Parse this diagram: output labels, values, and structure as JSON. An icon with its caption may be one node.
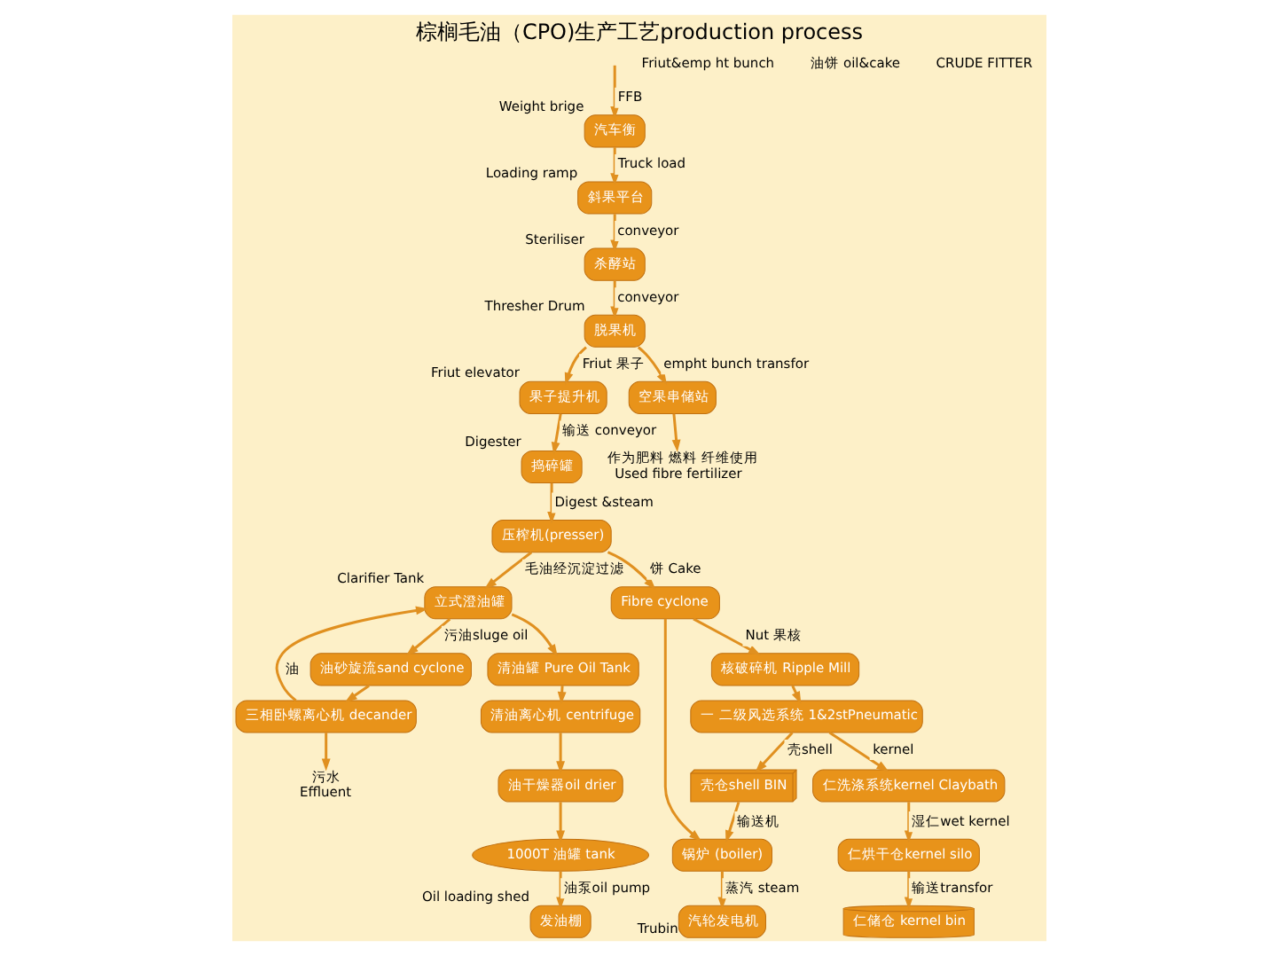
{
  "diagram": {
    "title": "棕榈毛油（CPO)生产工艺production process",
    "nodes": [
      {
        "text": [
          "汽车衡"
        ],
        "beside": [
          "Weight brige"
        ]
      },
      {
        "text": [
          "斜果平台"
        ],
        "beside": [
          "Loading ramp"
        ]
      },
      {
        "text": [
          "杀酵站"
        ],
        "beside": [
          "Steriliser"
        ]
      },
      {
        "text": [
          "脱果机"
        ],
        "beside": [
          "Thresher Drum"
        ]
      },
      {
        "text": [
          "果子提升机"
        ],
        "beside": [
          "Friut elevator"
        ]
      },
      {
        "text": [
          "捣碎罐"
        ],
        "beside": [
          "Digester"
        ]
      },
      {
        "text": [
          "压榨机(presser)"
        ]
      },
      {
        "text": [
          "三相卧螺离心机 decander"
        ]
      },
      {
        "text": [
          "油砂旋流sand cyclone"
        ]
      },
      {
        "text": [
          "立式澄油罐"
        ],
        "beside": [
          "Clarifier Tank"
        ]
      },
      {
        "text": [
          "清油罐 Pure Oil Tank"
        ]
      },
      {
        "text": [
          "清油离心机 centrifuge"
        ]
      },
      {
        "text": [
          "油干燥器oil drier"
        ]
      },
      {
        "text": [
          "1000T 油罐 tank"
        ]
      },
      {
        "text": [
          "发油棚"
        ],
        "beside": [
          "Oil loading shed"
        ]
      },
      {
        "text": [
          "空果串储站"
        ]
      },
      {
        "text": [
          "汽轮发电机"
        ],
        "beside": [
          "Trubin"
        ]
      },
      {
        "text": [
          "Fibre cyclone"
        ]
      },
      {
        "text": [
          "锅炉 (boiler)"
        ]
      },
      {
        "text": [
          "核破碎机 Ripple Mill"
        ]
      },
      {
        "text": [
          "一 二级风选系统 1&2stPneumatic"
        ]
      },
      {
        "text": [
          "壳仓shell BIN"
        ]
      },
      {
        "text": [
          "仁洗涤系统kernel Claybath"
        ]
      },
      {
        "text": [
          "仁烘干仓kernel silo"
        ]
      },
      {
        "text": [
          "仁储仓 kernel bin"
        ]
      },
      {
        "text": [
          "作为肥料 燃料 纤维使用",
          "Used fibre fertilizer"
        ]
      },
      {
        "text": [
          "污水",
          "Effluent"
        ]
      }
    ],
    "edges": [
      {
        "from": null,
        "to": 0,
        "arrow": "to",
        "label": "FFB"
      },
      {
        "from": 0,
        "to": 1,
        "arrow": "to",
        "label": "Truck load"
      },
      {
        "from": 1,
        "to": 2,
        "arrow": "to",
        "label": "conveyor"
      },
      {
        "from": 2,
        "to": 3,
        "arrow": "to",
        "label": "conveyor"
      },
      {
        "from": 3,
        "to": 4,
        "arrow": "to",
        "label": "Friut 果子"
      },
      {
        "from": 3,
        "to": 15,
        "arrow": "to",
        "label": "empht bunch transfor"
      },
      {
        "from": 4,
        "to": 5,
        "arrow": "to",
        "label": "输送 conveyor"
      },
      {
        "from": 5,
        "to": 6,
        "arrow": "to",
        "label": "Digest &steam"
      },
      {
        "from": 6,
        "to": 9,
        "arrow": "to",
        "label": "毛油经沉淀过滤"
      },
      {
        "from": 6,
        "to": 17,
        "arrow": "to",
        "label": "饼 Cake"
      },
      {
        "from": 9,
        "to": 8,
        "arrow": "to",
        "label": "污油sluge oil"
      },
      {
        "from": 8,
        "to": 7,
        "arrow": "to"
      },
      {
        "from": 7,
        "to": 26,
        "arrow": "to"
      },
      {
        "from": 7,
        "to": 9,
        "arrow": "to",
        "label": "油"
      },
      {
        "from": 9,
        "to": 10,
        "arrow": "to"
      },
      {
        "from": 10,
        "to": 11,
        "arrow": "to"
      },
      {
        "from": 11,
        "to": 12,
        "arrow": "to"
      },
      {
        "from": 12,
        "to": 13,
        "arrow": "to"
      },
      {
        "from": 13,
        "to": 14,
        "arrow": "to",
        "label": "油泵oil pump"
      },
      {
        "from": 15,
        "to": 25,
        "arrow": "to"
      },
      {
        "from": 17,
        "to": 18,
        "arrow": "to"
      },
      {
        "from": 17,
        "to": 19,
        "arrow": "to",
        "label": "Nut 果核"
      },
      {
        "from": 18,
        "to": 16,
        "arrow": "to",
        "label": "蒸汽 steam"
      },
      {
        "from": 19,
        "to": 20,
        "arrow": "to"
      },
      {
        "from": 20,
        "to": 21,
        "arrow": "to",
        "label": "壳shell"
      },
      {
        "from": 21,
        "to": 18,
        "arrow": "to",
        "label": "输送机"
      },
      {
        "from": 20,
        "to": 22,
        "arrow": "to",
        "label": "kernel"
      },
      {
        "from": 22,
        "to": 23,
        "arrow": "to",
        "label": "湿仁wet kernel"
      },
      {
        "from": 23,
        "to": 24,
        "arrow": "to",
        "label": "输送transfor"
      }
    ],
    "labels": [
      "Friut&emp ht bunch",
      "油饼 oil&cake",
      "CRUDE FITTER"
    ]
  }
}
